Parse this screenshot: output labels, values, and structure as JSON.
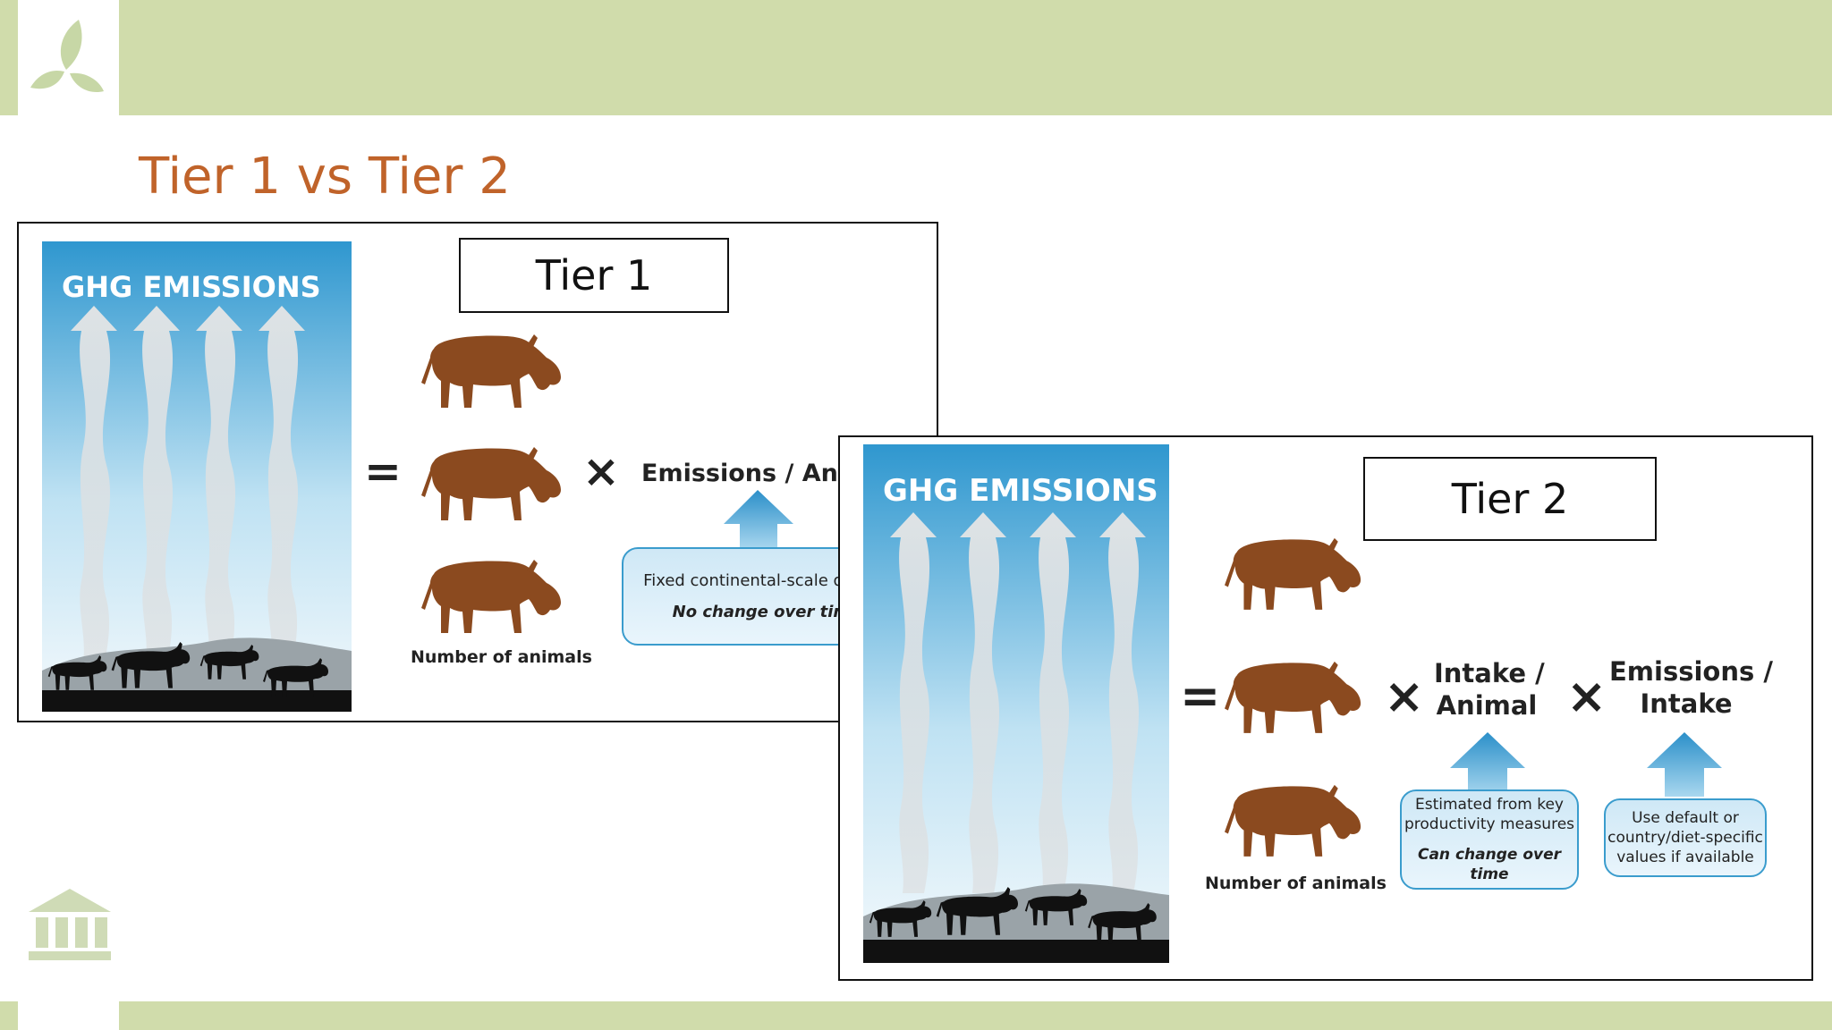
{
  "slide": {
    "title": "Tier 1 vs Tier 2",
    "colors": {
      "band": "#d0dcab",
      "title": "#c0632a",
      "cow": "#8b4a1f",
      "sky": "#3a9ccd"
    },
    "icons": [
      "leaf-logo-icon",
      "institution-building-icon"
    ]
  },
  "tier1": {
    "label": "Tier 1",
    "ghg_title": "GHG EMISSIONS",
    "equals": "=",
    "times": "×",
    "term": "Emissions / Animal",
    "callout_line1": "Fixed continental-scale default",
    "callout_line2": "No change over time",
    "animals_label": "Number of animals"
  },
  "tier2": {
    "label": "Tier 2",
    "ghg_title": "GHG EMISSIONS",
    "equals": "=",
    "times": "×",
    "term1_line1": "Intake /",
    "term1_line2": "Animal",
    "term2_line1": "Emissions /",
    "term2_line2": "Intake",
    "callout1_line1": "Estimated from key",
    "callout1_line2": "productivity measures",
    "callout1_line3": "Can change over time",
    "callout2_line1": "Use default or",
    "callout2_line2": "country/diet-specific",
    "callout2_line3": "values if available",
    "animals_label": "Number of animals"
  }
}
